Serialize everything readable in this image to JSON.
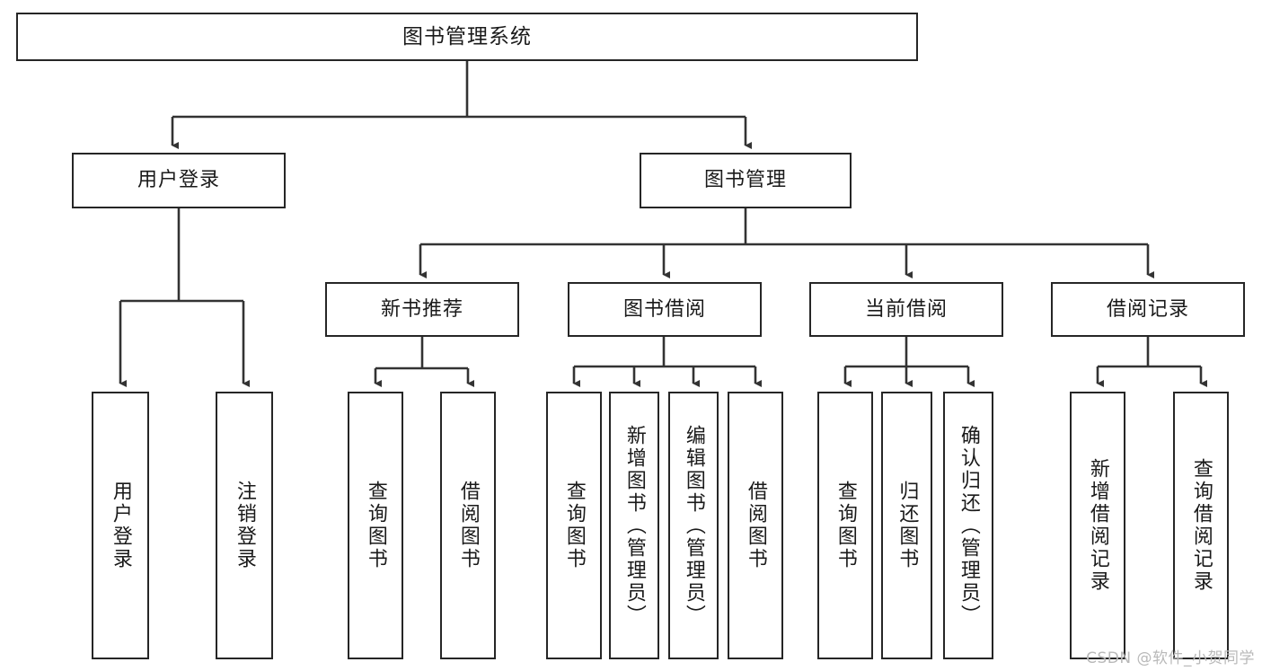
{
  "diagram": {
    "title": "图书管理系统",
    "type": "tree-hierarchy-chart",
    "watermark": "CSDN @软件_小贺同学",
    "colors": {
      "box_border": "#262626",
      "box_fill": "#ffffff",
      "connector": "#333333",
      "text": "#1a1a1a",
      "watermark": "#b9b9b9",
      "background": "#ffffff"
    },
    "levels": {
      "level1": [
        {
          "id": "root",
          "label": "图书管理系统"
        }
      ],
      "level2": [
        {
          "id": "user-login",
          "label": "用户登录"
        },
        {
          "id": "book-manage",
          "label": "图书管理"
        }
      ],
      "level3": [
        {
          "id": "new-book-rec",
          "label": "新书推荐"
        },
        {
          "id": "book-borrow",
          "label": "图书借阅"
        },
        {
          "id": "current-borrow",
          "label": "当前借阅"
        },
        {
          "id": "borrow-record",
          "label": "借阅记录"
        }
      ],
      "leaves": {
        "user-login": [
          {
            "id": "leaf-user-login",
            "label": "用户登录"
          },
          {
            "id": "leaf-logout-login",
            "label": "注销登录"
          }
        ],
        "new-book-rec": [
          {
            "id": "leaf-query-book-1",
            "label": "查询图书"
          },
          {
            "id": "leaf-borrow-book-1",
            "label": "借阅图书"
          }
        ],
        "book-borrow": [
          {
            "id": "leaf-query-book-2",
            "label": "查询图书"
          },
          {
            "id": "leaf-add-book",
            "label": "新增图书（管理员）"
          },
          {
            "id": "leaf-edit-book",
            "label": "编辑图书（管理员）"
          },
          {
            "id": "leaf-borrow-book-2",
            "label": "借阅图书"
          }
        ],
        "current-borrow": [
          {
            "id": "leaf-query-book-3",
            "label": "查询图书"
          },
          {
            "id": "leaf-return-book",
            "label": "归还图书"
          },
          {
            "id": "leaf-confirm-return",
            "label": "确认归还（管理员）"
          }
        ],
        "borrow-record": [
          {
            "id": "leaf-add-record",
            "label": "新增借阅记录"
          },
          {
            "id": "leaf-query-record",
            "label": "查询借阅记录"
          }
        ]
      }
    }
  }
}
